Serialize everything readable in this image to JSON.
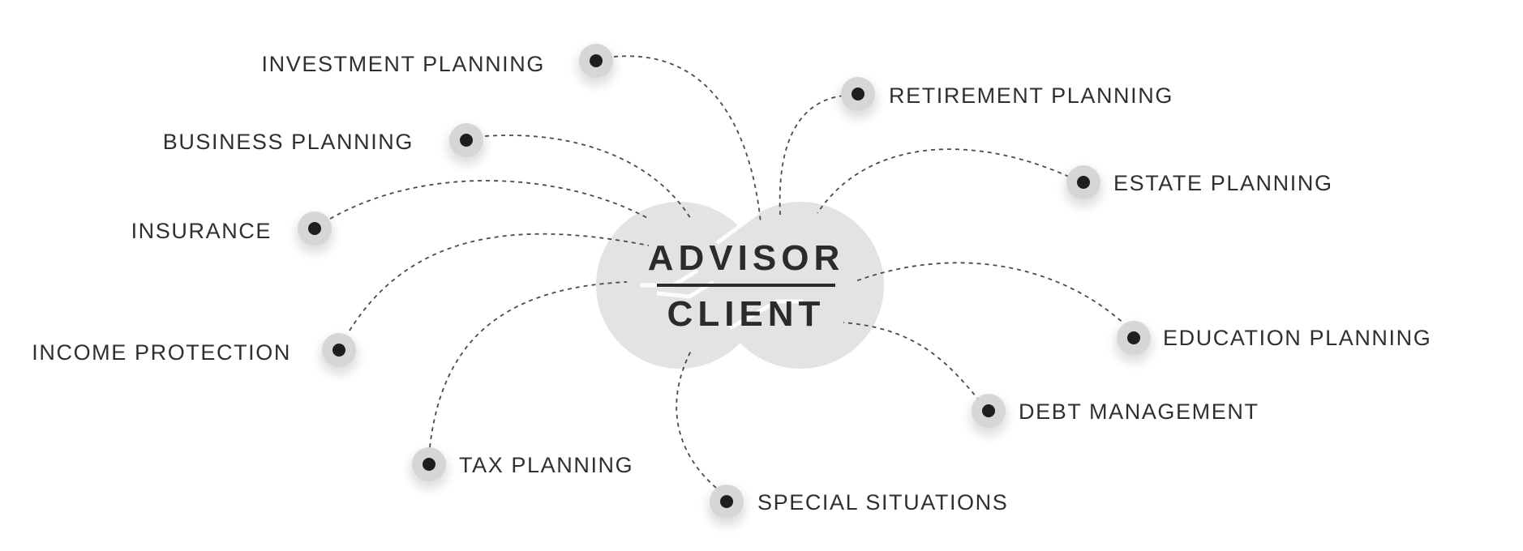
{
  "hub": {
    "top_label": "ADVISOR",
    "bottom_label": "CLIENT",
    "icon": "handshake-icon"
  },
  "nodes": [
    {
      "id": "investment-planning",
      "label": "INVESTMENT PLANNING"
    },
    {
      "id": "retirement-planning",
      "label": "RETIREMENT PLANNING"
    },
    {
      "id": "business-planning",
      "label": "BUSINESS PLANNING"
    },
    {
      "id": "estate-planning",
      "label": "ESTATE PLANNING"
    },
    {
      "id": "insurance",
      "label": "INSURANCE"
    },
    {
      "id": "education-planning",
      "label": "EDUCATION PLANNING"
    },
    {
      "id": "income-protection",
      "label": "INCOME PROTECTION"
    },
    {
      "id": "debt-management",
      "label": "DEBT MANAGEMENT"
    },
    {
      "id": "tax-planning",
      "label": "TAX PLANNING"
    },
    {
      "id": "special-situations",
      "label": "SPECIAL SITUATIONS"
    }
  ],
  "colors": {
    "text": "#2f2f2f",
    "dot": "#1e1e1e",
    "dot_halo": "#d6d6d6",
    "hub": "#e3e4e2",
    "connector": "#4a4a4a"
  }
}
